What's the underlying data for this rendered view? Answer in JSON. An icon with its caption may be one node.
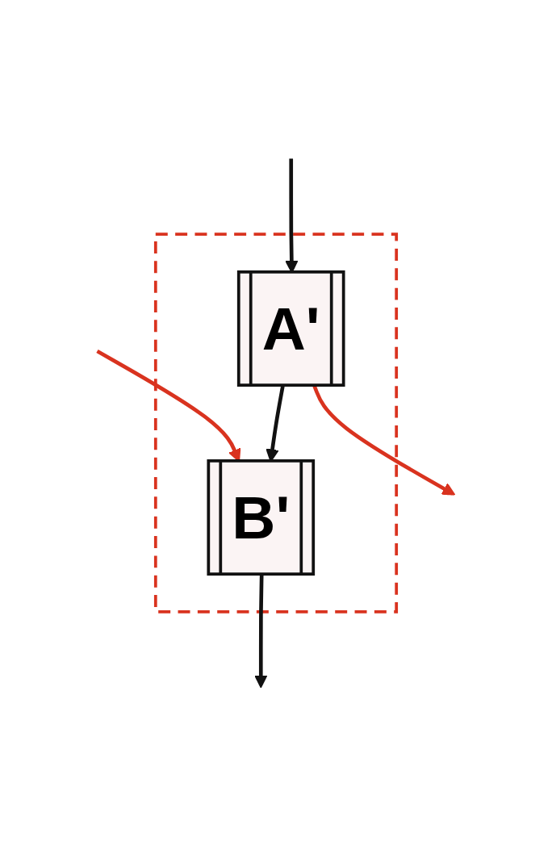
{
  "diagram": {
    "nodes": [
      {
        "text": [],
        "shape": "box"
      },
      {
        "text": [
          "A'"
        ],
        "in": 0
      },
      {
        "text": [
          "B'"
        ],
        "in": 0
      }
    ],
    "edges": [
      {
        "from": null,
        "to": 1,
        "arrow": "to"
      },
      {
        "from": null,
        "to": 2,
        "arrow": "to",
        "color": "#d9331f"
      },
      {
        "from": 1,
        "to": 2,
        "arrow": "to"
      },
      {
        "from": 1,
        "to": null,
        "arrow": "to",
        "color": "#d9331f"
      },
      {
        "from": 2,
        "to": null,
        "arrow": "to"
      }
    ]
  }
}
